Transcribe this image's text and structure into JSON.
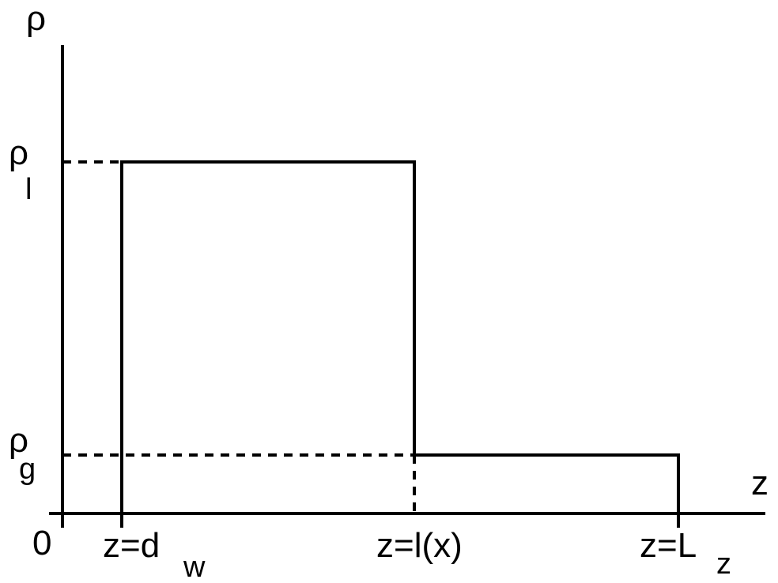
{
  "axes": {
    "y_label": "ρ",
    "x_label": "z",
    "origin_label": "0"
  },
  "levels": {
    "liquid": {
      "symbol": "ρ",
      "subscript": "l"
    },
    "gas": {
      "symbol": "ρ",
      "subscript": "g"
    }
  },
  "positions": {
    "wall": {
      "text": "z=d",
      "subscript": "w"
    },
    "interface": {
      "text": "z=l(x)"
    },
    "box_end": {
      "text": "z=L",
      "subscript": "z"
    }
  }
}
